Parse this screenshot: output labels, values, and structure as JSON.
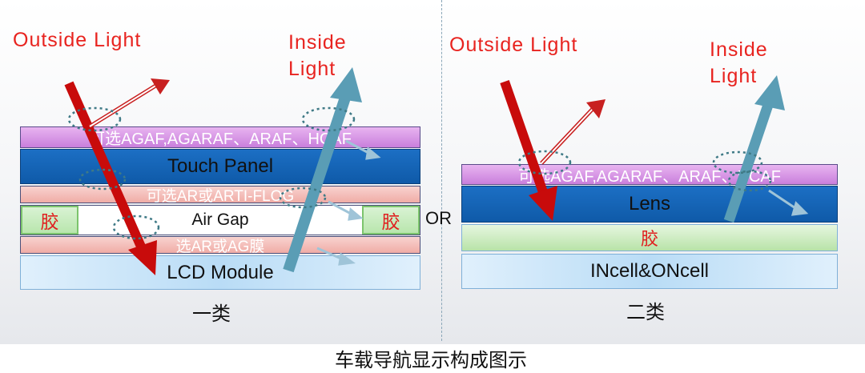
{
  "left": {
    "outside_light": "Outside  Light",
    "inside_light": [
      "Inside",
      "Light"
    ],
    "layers": {
      "coating": "可选AGAF,AGARAF、ARAF、HCAF",
      "touch_panel": "Touch  Panel",
      "ar_film": "可选AR或ARTI-FLOG",
      "air_gap": "Air  Gap",
      "glue": "胶",
      "lower_film": "选AR或AG膜",
      "lcd": "LCD  Module"
    },
    "category": "一类"
  },
  "or_label": "OR",
  "right": {
    "outside_light": "Outside  Light",
    "inside_light": [
      "Inside",
      "Light"
    ],
    "layers": {
      "coating": "可选AGAF,AGARAF、ARAF、HCAF",
      "lens": "Lens",
      "glue": "胶",
      "incell": "INcell&ONcell"
    },
    "category": "二类"
  },
  "caption": "车载导航显示构成图示",
  "colors": {
    "outside_arrow": "#cc0a0a",
    "inside_arrow": "#5a9db5",
    "label": "#e8231f"
  }
}
